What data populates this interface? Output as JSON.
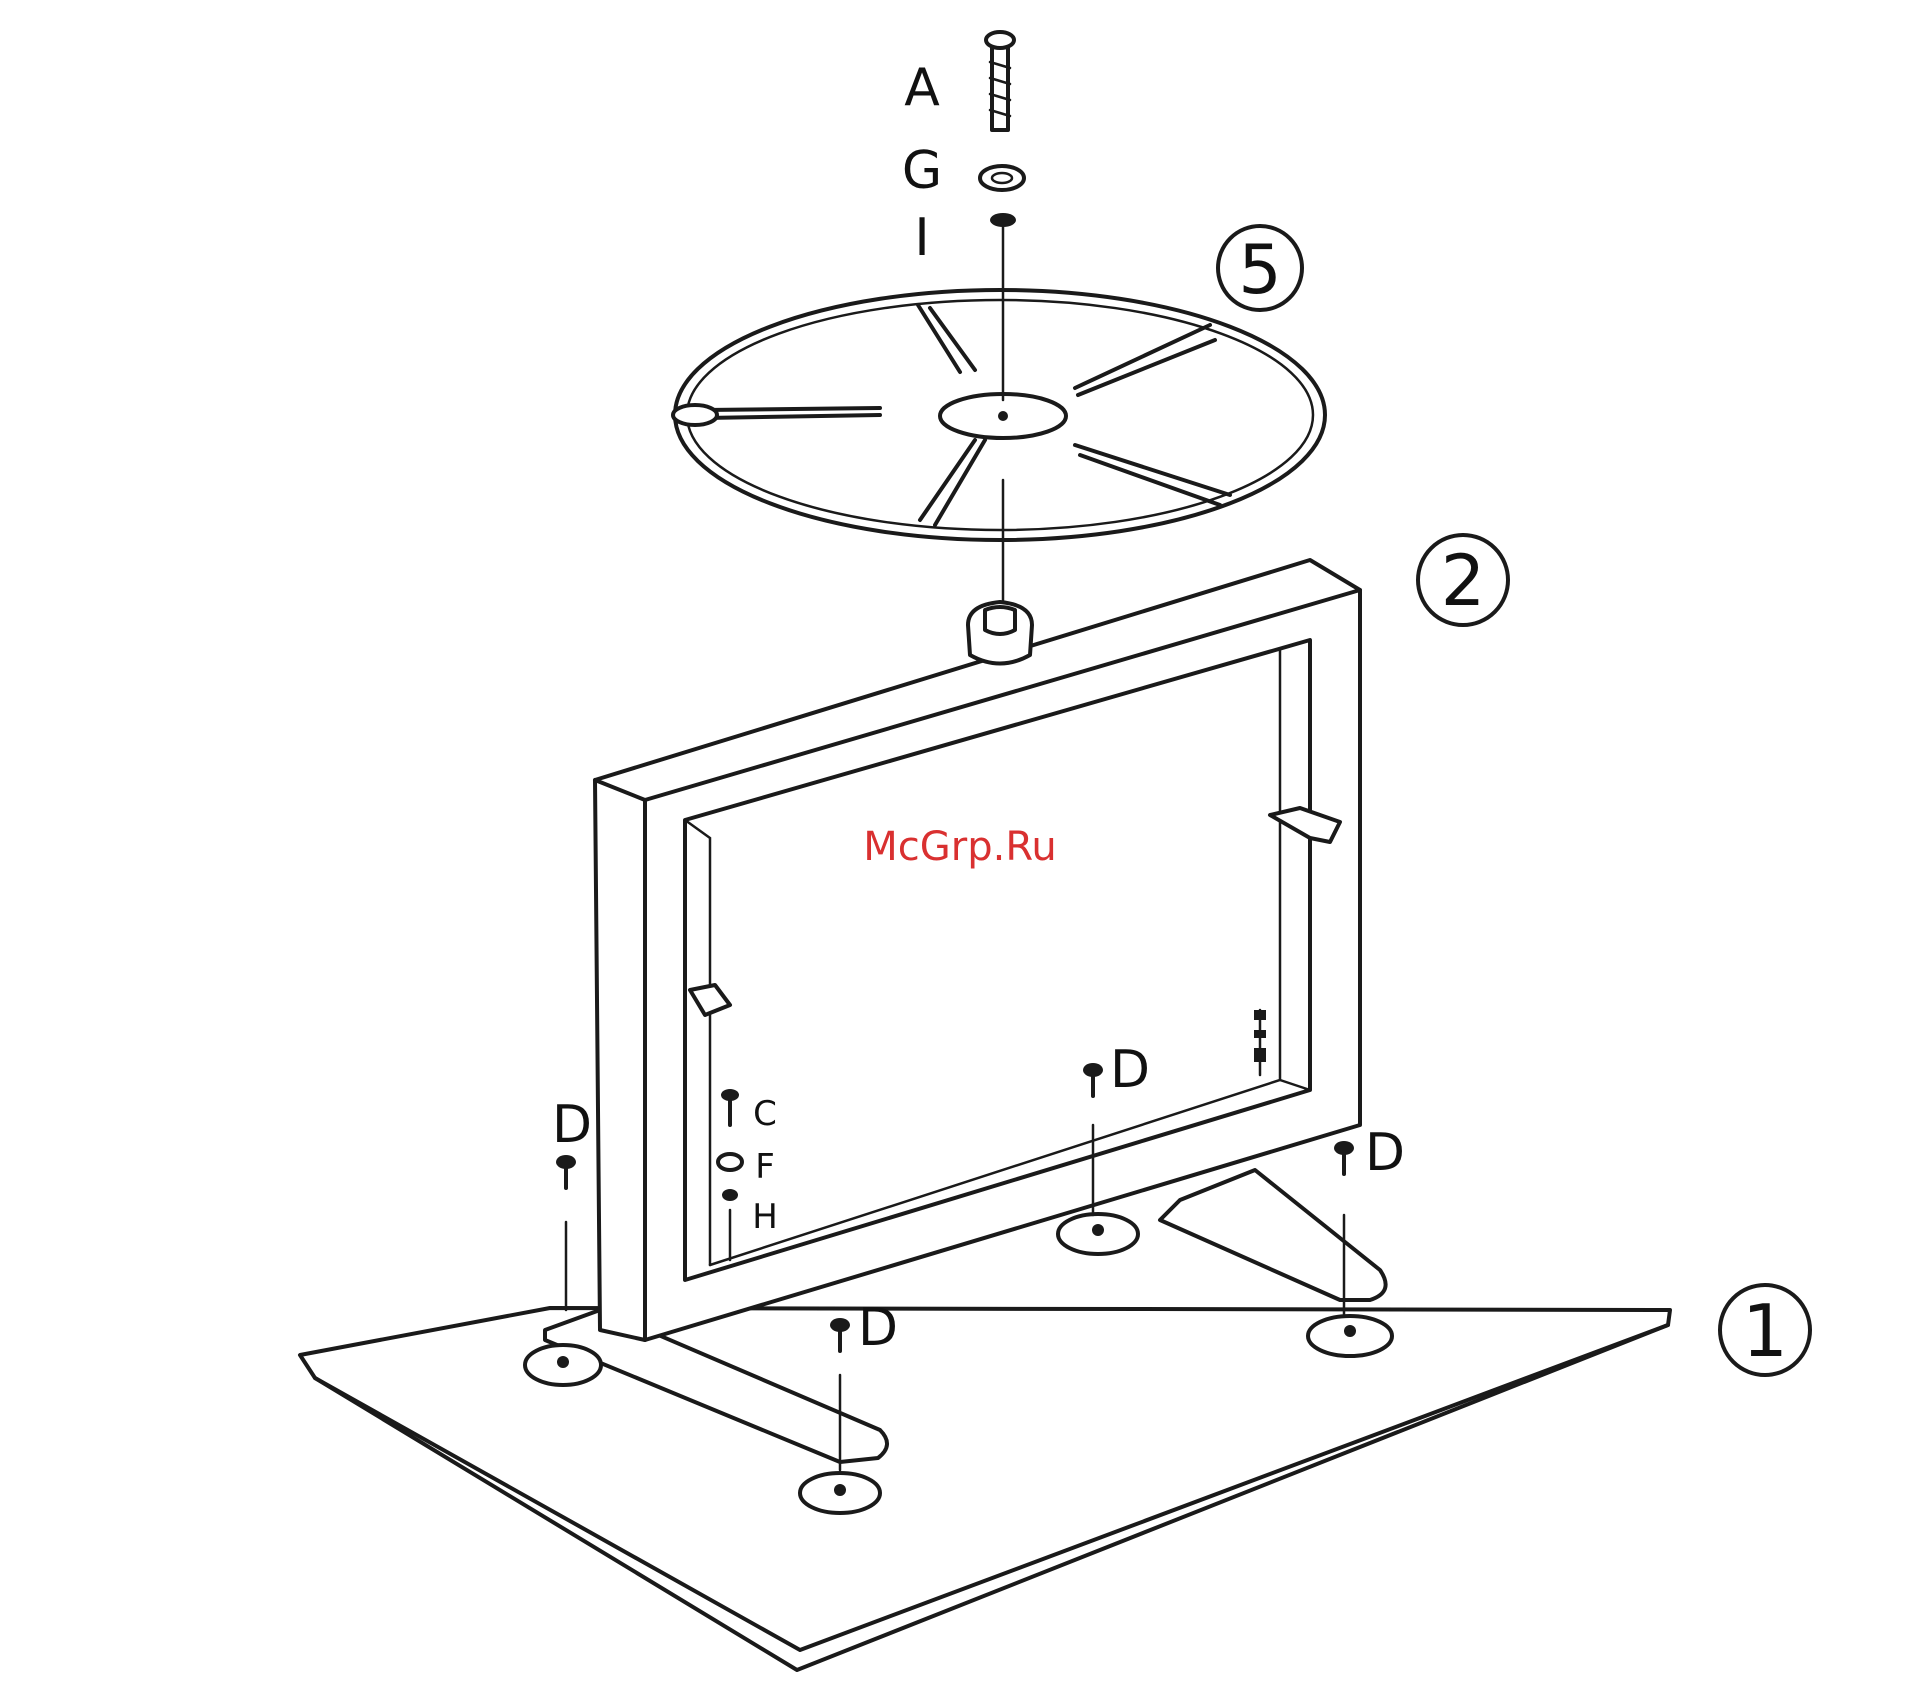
{
  "watermark": "McGrp.Ru",
  "callouts": {
    "part1": "1",
    "part2": "2",
    "part5": "5"
  },
  "hardware_labels": {
    "top_a": "A",
    "top_g": "G",
    "top_i": "I",
    "c": "C",
    "f": "F",
    "h": "H",
    "d_left": "D",
    "d_center": "D",
    "d_right": "D",
    "d_front": "D"
  }
}
